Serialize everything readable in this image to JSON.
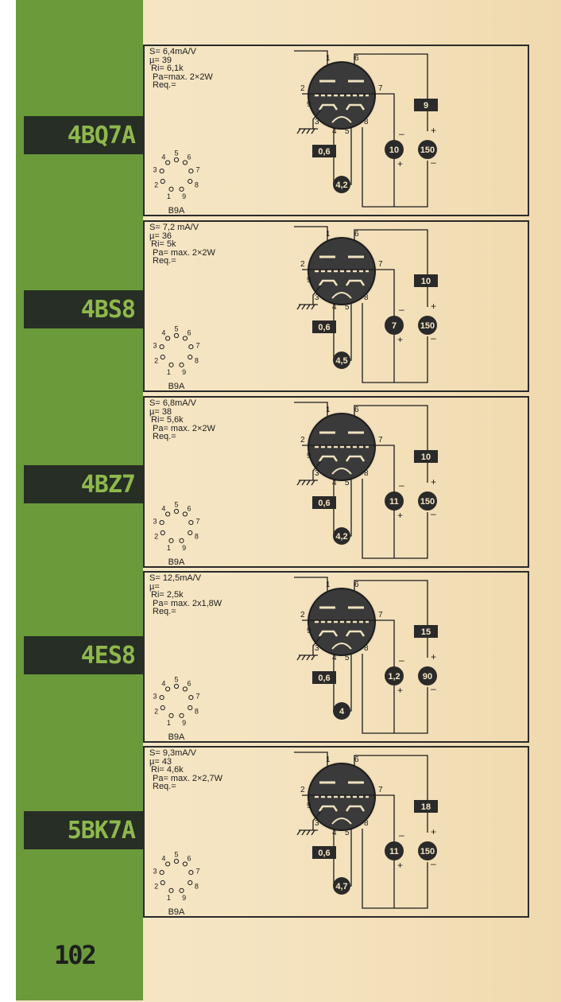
{
  "page": {
    "number": "102",
    "colors": {
      "strip": "#6a9a3a",
      "label_bg": "#262e25",
      "label_text": "#8fb84c",
      "paper": "#f5e6c4",
      "ink": "#1c1c1c"
    }
  },
  "tubes": [
    {
      "name": "4BQ7A",
      "params": [
        "S= 6,4mA/V",
        "µ= 39",
        "Ri= 6,1k",
        "Pa=max. 2×2W",
        "Req.="
      ],
      "socket": "B9A",
      "pins": [
        "1",
        "2",
        "3",
        "4",
        "5",
        "6",
        "7",
        "8",
        "9"
      ],
      "heater_box": "0,6",
      "heater_circle": "4,2",
      "grid_circle": "10",
      "anode_box": "9",
      "anode_circle": "150"
    },
    {
      "name": "4BS8",
      "params": [
        "S= 7,2 mA/V",
        "µ= 36",
        "Ri= 5k",
        "Pa= max. 2×2W",
        "Req.="
      ],
      "socket": "B9A",
      "pins": [
        "1",
        "2",
        "3",
        "4",
        "5",
        "6",
        "7",
        "8",
        "9"
      ],
      "heater_box": "0,6",
      "heater_circle": "4,5",
      "grid_circle": "7",
      "anode_box": "10",
      "anode_circle": "150"
    },
    {
      "name": "4BZ7",
      "params": [
        "S= 6,8mA/V",
        "µ= 38",
        "Ri= 5,6k",
        "Pa= max. 2×2W",
        "Req.="
      ],
      "socket": "B9A",
      "pins": [
        "1",
        "2",
        "3",
        "4",
        "5",
        "6",
        "7",
        "8",
        "9"
      ],
      "heater_box": "0,6",
      "heater_circle": "4,2",
      "grid_circle": "11",
      "anode_box": "10",
      "anode_circle": "150"
    },
    {
      "name": "4ES8",
      "params": [
        "S= 12,5mA/V",
        "µ=",
        "Ri= 2,5k",
        "Pa= max. 2x1,8W",
        "Req.="
      ],
      "socket": "B9A",
      "pins": [
        "1",
        "2",
        "3",
        "4",
        "5",
        "6",
        "7",
        "8",
        "9"
      ],
      "heater_box": "0,6",
      "heater_circle": "4",
      "grid_circle": "1,2",
      "anode_box": "15",
      "anode_circle": "90"
    },
    {
      "name": "5BK7A",
      "params": [
        "S= 9,3mA/V",
        "µ= 43",
        "Ri= 4,6k",
        "Pa= max. 2×2,7W",
        "Req.="
      ],
      "socket": "B9A",
      "pins": [
        "1",
        "2",
        "3",
        "4",
        "5",
        "6",
        "7",
        "8",
        "9"
      ],
      "heater_box": "0,6",
      "heater_circle": "4,7",
      "grid_circle": "11",
      "anode_box": "18",
      "anode_circle": "150"
    }
  ]
}
